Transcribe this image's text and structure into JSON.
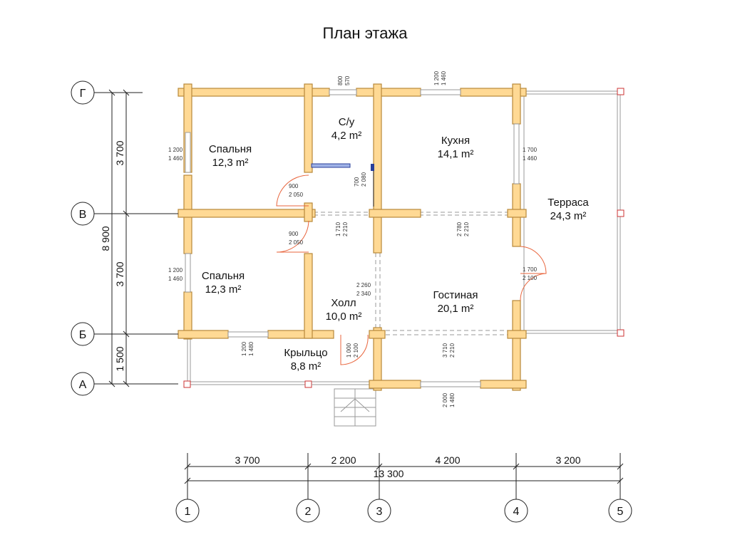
{
  "title": "План этажа",
  "rooms": {
    "bedroom_top": {
      "name": "Спальня",
      "area": "12,3 m²"
    },
    "wc": {
      "name": "С/у",
      "area": "4,2 m²"
    },
    "kitchen": {
      "name": "Кухня",
      "area": "14,1 m²"
    },
    "terrace": {
      "name": "Терраса",
      "area": "24,3 m²"
    },
    "bedroom_bottom": {
      "name": "Спальня",
      "area": "12,3 m²"
    },
    "hall": {
      "name": "Холл",
      "area": "10,0 m²"
    },
    "living": {
      "name": "Гостиная",
      "area": "20,1 m²"
    },
    "porch": {
      "name": "Крыльцо",
      "area": "8,8 m²"
    }
  },
  "axes_rows": [
    "Г",
    "В",
    "Б",
    "А"
  ],
  "axes_cols": [
    "1",
    "2",
    "3",
    "4",
    "5"
  ],
  "dims_left": {
    "seg1": "3 700",
    "seg2": "3 700",
    "seg3": "1 500",
    "total": "8 900"
  },
  "dims_bottom": {
    "seg1": "3 700",
    "seg2": "2 200",
    "seg3": "4 200",
    "seg4": "3 200",
    "total": "13 300"
  },
  "openings": {
    "wc_window": [
      "800",
      "570"
    ],
    "kitchen_window_top": [
      "1 200",
      "1 460"
    ],
    "kitchen_window_right": [
      "1 700",
      "1 460"
    ],
    "bed_top_window": [
      "1 200",
      "1 460"
    ],
    "bed_top_door": [
      "900",
      "2 050"
    ],
    "bed_bottom_door": [
      "900",
      "2 050"
    ],
    "bed_bottom_window": [
      "1 200",
      "1 460"
    ],
    "wc_door": [
      "700",
      "2 080"
    ],
    "hall_opening_top": [
      "1 710",
      "2 210"
    ],
    "kitchen_living_opening": [
      "2 780",
      "2 210"
    ],
    "hall_living_opening": [
      "2 260",
      "2 340"
    ],
    "terrace_door": [
      "1 700",
      "2 100"
    ],
    "porch_window": [
      "1 200",
      "1 480"
    ],
    "entry_door": [
      "1 000",
      "2 100"
    ],
    "living_opening_bottom": [
      "3 710",
      "2 210"
    ],
    "living_window_bottom": [
      "2 000",
      "1 480"
    ]
  }
}
